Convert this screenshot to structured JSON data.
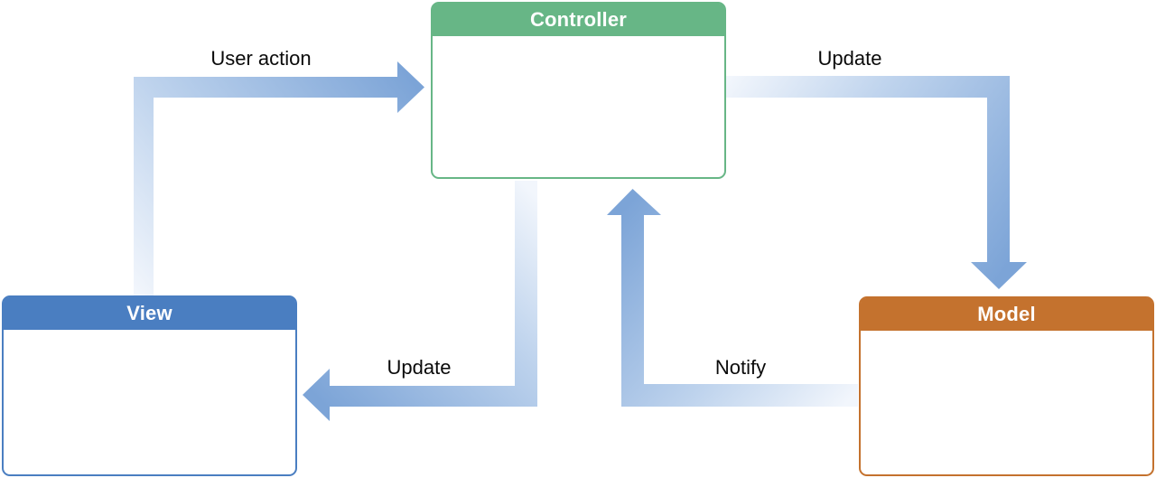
{
  "diagram": {
    "boxes": [
      {
        "id": "controller",
        "title": "Controller",
        "color": "#67b686"
      },
      {
        "id": "view",
        "title": "View",
        "color": "#4a7ec1"
      },
      {
        "id": "model",
        "title": "Model",
        "color": "#c4722e"
      }
    ],
    "arrows": [
      {
        "id": "user-action",
        "label": "User action",
        "from": "view",
        "to": "controller"
      },
      {
        "id": "update-model",
        "label": "Update",
        "from": "controller",
        "to": "model"
      },
      {
        "id": "update-view",
        "label": "Update",
        "from": "controller",
        "to": "view"
      },
      {
        "id": "notify",
        "label": "Notify",
        "from": "model",
        "to": "controller"
      }
    ],
    "colors": {
      "arrow_tail": "#f2f6fc",
      "arrow_mid": "#bed3ed",
      "arrow_head": "#7ca4d7",
      "box_title_text": "#ffffff",
      "label_text": "#0a0a0a",
      "background": "#ffffff"
    }
  }
}
